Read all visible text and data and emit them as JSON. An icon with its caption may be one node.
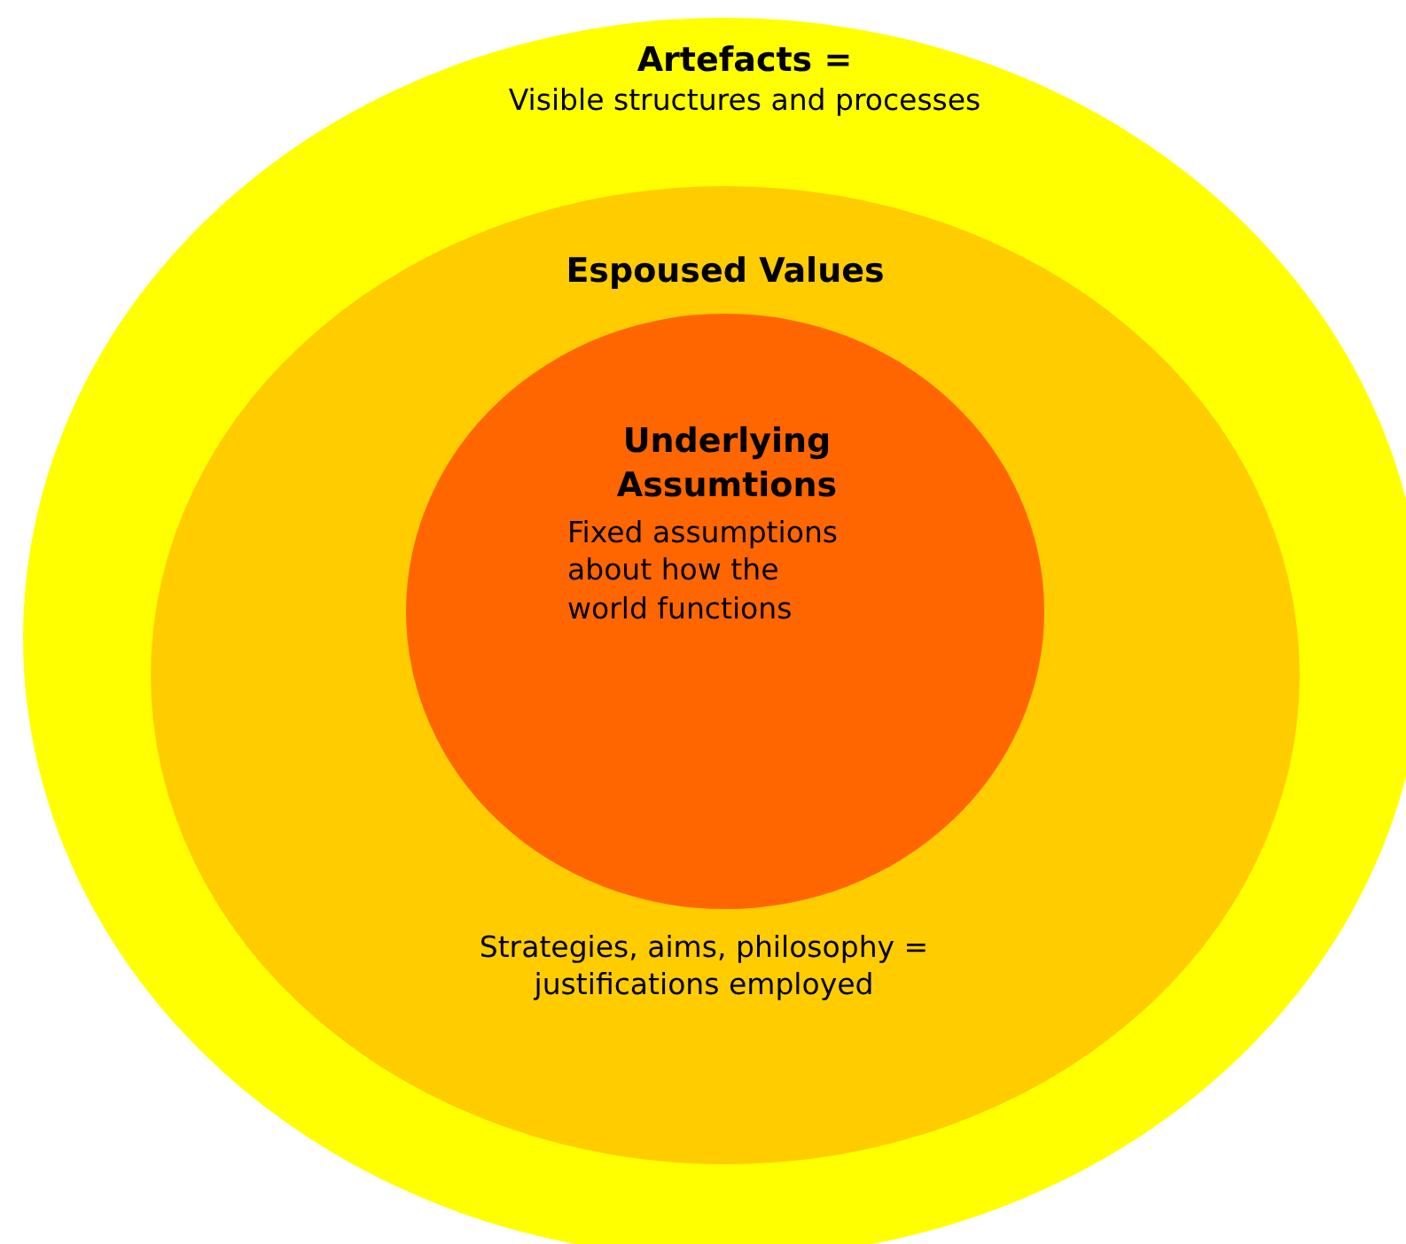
{
  "diagram": {
    "nodes": [
      {
        "text": [
          "Artefacts =",
          "Visible structures and processes"
        ]
      },
      {
        "text": [
          "Espoused Values",
          "Strategies, aims, philosophy = justifications employed"
        ],
        "in": 0
      },
      {
        "text": [
          "Underlying Assumtions",
          "Fixed assumptions about how the world functions"
        ],
        "in": 1
      }
    ]
  }
}
